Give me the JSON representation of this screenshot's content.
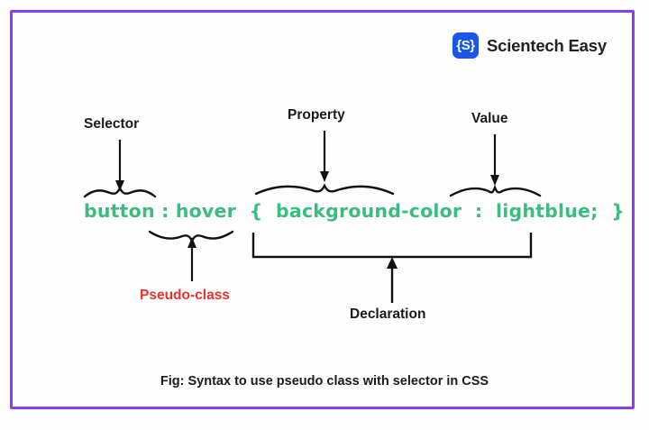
{
  "figure": {
    "title": "CSS pseudo-class syntax diagram",
    "caption": "Fig: Syntax to use pseudo class with selector in CSS",
    "frame_color": "#8b3ff0",
    "background_color": "#fefefe"
  },
  "brand": {
    "mark_text": "{S}",
    "mark_color": "#1a56e8",
    "name": "Scientech Easy"
  },
  "code": {
    "full_text": "button : hover  {  background-color  :  lightblue;  }",
    "color": "#3cbd80",
    "tokens": [
      {
        "name": "selector",
        "text": "button"
      },
      {
        "name": "colon",
        "text": " : "
      },
      {
        "name": "pseudo",
        "text": "hover"
      },
      {
        "name": "open-brace",
        "text": "  {  "
      },
      {
        "name": "property",
        "text": "background-color"
      },
      {
        "name": "sep-colon",
        "text": "  :  "
      },
      {
        "name": "value",
        "text": "lightblue;"
      },
      {
        "name": "close-brace",
        "text": "  }"
      }
    ]
  },
  "annotations": [
    {
      "name": "selector",
      "label": "Selector",
      "color": "#1a1a1a",
      "marker": "squiggle-above",
      "arrow": "down"
    },
    {
      "name": "property",
      "label": "Property",
      "color": "#1a1a1a",
      "marker": "squiggle-above",
      "arrow": "down"
    },
    {
      "name": "value",
      "label": "Value",
      "color": "#1a1a1a",
      "marker": "squiggle-above",
      "arrow": "down"
    },
    {
      "name": "pseudo-class",
      "label": "Pseudo-class",
      "color": "#e8342a",
      "marker": "squiggle-below",
      "arrow": "up"
    },
    {
      "name": "declaration",
      "label": "Declaration",
      "color": "#1a1a1a",
      "marker": "bracket-below",
      "arrow": "up"
    }
  ]
}
